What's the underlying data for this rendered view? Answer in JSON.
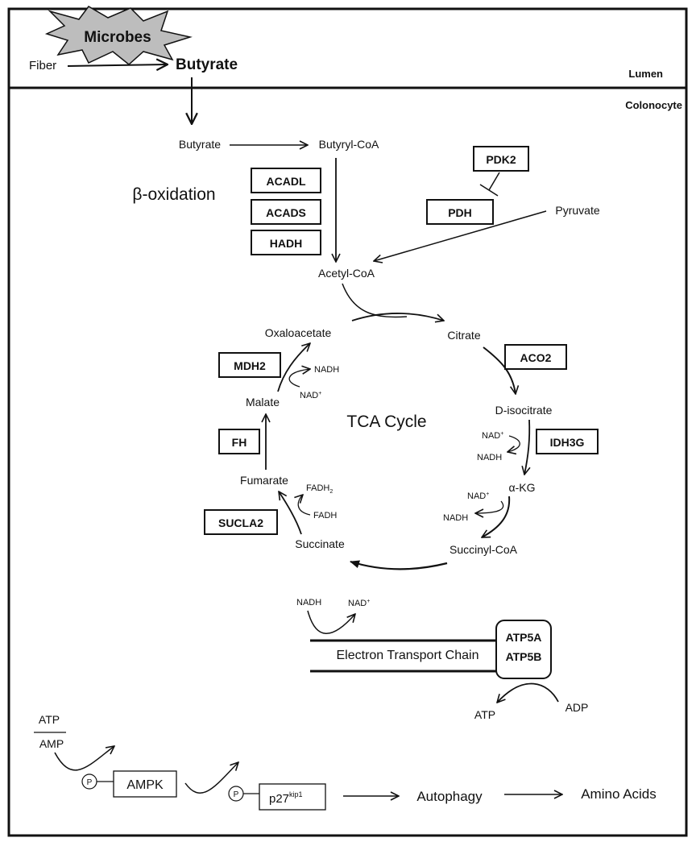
{
  "regions": {
    "lumen": "Lumen",
    "colonocyte": "Colonocyte"
  },
  "lumen_items": {
    "microbes": "Microbes",
    "fiber": "Fiber",
    "butyrate": "Butyrate"
  },
  "metabolites": {
    "butyrate": "Butyrate",
    "butyryl_coa": "Butyryl-CoA",
    "acetyl_coa": "Acetyl-CoA",
    "pyruvate": "Pyruvate",
    "citrate": "Citrate",
    "d_isocitrate": "D-isocitrate",
    "alpha_kg": "α-KG",
    "succinyl_coa": "Succinyl-CoA",
    "succinate": "Succinate",
    "fumarate": "Fumarate",
    "malate": "Malate",
    "oxaloacetate": "Oxaloacetate"
  },
  "labels": {
    "beta_oxidation": "β-oxidation",
    "tca_cycle": "TCA Cycle"
  },
  "enzymes": {
    "acadl": "ACADL",
    "acads": "ACADS",
    "hadh": "HADH",
    "pdk2": "PDK2",
    "pdh": "PDH",
    "aco2": "ACO2",
    "idh3g": "IDH3G",
    "sucla2": "SUCLA2",
    "fh": "FH",
    "mdh2": "MDH2"
  },
  "cofactors": {
    "nad_plus": "NAD",
    "plus_sup": "+",
    "nadh": "NADH",
    "fadh2_base": "FADH",
    "fadh2_sub": "2",
    "fadh": "FADH"
  },
  "etc": {
    "label": "Electron Transport Chain",
    "atp5a": "ATP5A",
    "atp5b": "ATP5B",
    "nadh": "NADH",
    "adp": "ADP",
    "atp": "ATP"
  },
  "signaling": {
    "ratio_top": "ATP",
    "ratio_bottom": "AMP",
    "phospho": "P",
    "ampk": "AMPK",
    "p27_base": "p27",
    "p27_sup": "kip1",
    "autophagy": "Autophagy",
    "amino_acids": "Amino Acids"
  }
}
